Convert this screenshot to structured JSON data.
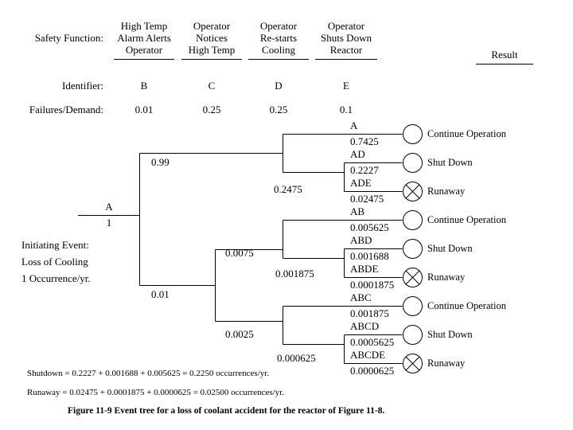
{
  "header": {
    "safety_function_label": "Safety Function:",
    "identifier_label": "Identifier:",
    "failures_label": "Failures/Demand:",
    "result_label": "Result",
    "columns": [
      {
        "title_line1": "High Temp",
        "title_line2": "Alarm Alerts",
        "title_line3": "Operator",
        "identifier": "B",
        "failures_per_demand": "0.01"
      },
      {
        "title_line1": "Operator",
        "title_line2": "Notices",
        "title_line3": "High Temp",
        "identifier": "C",
        "failures_per_demand": "0.25"
      },
      {
        "title_line1": "Operator",
        "title_line2": "Re-starts",
        "title_line3": "Cooling",
        "identifier": "D",
        "failures_per_demand": "0.25"
      },
      {
        "title_line1": "Operator",
        "title_line2": "Shuts Down",
        "title_line3": "Reactor",
        "identifier": "E",
        "failures_per_demand": "0.1"
      }
    ]
  },
  "initiating": {
    "code": "A",
    "frequency": "1",
    "line1": "Initiating Event:",
    "line2": "Loss of Cooling",
    "line3": "1 Occurrence/yr."
  },
  "branch_probabilities": {
    "b_success": "0.99",
    "b_failure": "0.01",
    "c_success_path": "0.0075",
    "c_failure_path": "0.0025",
    "d_group1": "0.2475",
    "d_group2": "0.001875",
    "d_group3": "0.000625"
  },
  "outcomes": [
    {
      "code": "A",
      "value": "0.7425",
      "result": "Continue Operation",
      "icon": "open-circle-icon"
    },
    {
      "code": "AD",
      "value": "0.2227",
      "result": "Shut Down",
      "icon": "open-circle-icon"
    },
    {
      "code": "ADE",
      "value": "0.02475",
      "result": "Runaway",
      "icon": "crossed-circle-icon"
    },
    {
      "code": "AB",
      "value": "0.005625",
      "result": "Continue Operation",
      "icon": "open-circle-icon"
    },
    {
      "code": "ABD",
      "value": "0.001688",
      "result": "Shut Down",
      "icon": "open-circle-icon"
    },
    {
      "code": "ABDE",
      "value": "0.0001875",
      "result": "Runaway",
      "icon": "crossed-circle-icon"
    },
    {
      "code": "ABC",
      "value": "0.001875",
      "result": "Continue Operation",
      "icon": "open-circle-icon"
    },
    {
      "code": "ABCD",
      "value": "0.0005625",
      "result": "Shut Down",
      "icon": "open-circle-icon"
    },
    {
      "code": "ABCDE",
      "value": "0.0000625",
      "result": "Runaway",
      "icon": "crossed-circle-icon"
    }
  ],
  "summary": {
    "shutdown": "Shutdown = 0.2227 + 0.001688 + 0.005625 = 0.2250 occurrences/yr.",
    "runaway": "Runaway = 0.02475 + 0.0001875 + 0.0000625 = 0.02500 occurrences/yr."
  },
  "caption": "Figure 11-9  Event tree for a loss of coolant accident for the reactor of Figure 11-8.",
  "colors": {
    "ink": "#000000",
    "paper": "#ffffff"
  },
  "chart_data": {
    "type": "diagram",
    "title": "Event tree for a loss of coolant accident",
    "initiating_event": {
      "code": "A",
      "description": "Loss of Cooling",
      "frequency": 1,
      "units": "occurrences/yr"
    },
    "safety_functions": [
      {
        "identifier": "B",
        "name": "High Temp Alarm Alerts Operator",
        "failures_per_demand": 0.01
      },
      {
        "identifier": "C",
        "name": "Operator Notices High Temp",
        "failures_per_demand": 0.25
      },
      {
        "identifier": "D",
        "name": "Operator Re-starts Cooling",
        "failures_per_demand": 0.25
      },
      {
        "identifier": "E",
        "name": "Operator Shuts Down Reactor",
        "failures_per_demand": 0.1
      }
    ],
    "paths": [
      {
        "code": "A",
        "frequency": 0.7425,
        "result": "Continue Operation"
      },
      {
        "code": "AD",
        "frequency": 0.2227,
        "result": "Shut Down"
      },
      {
        "code": "ADE",
        "frequency": 0.02475,
        "result": "Runaway"
      },
      {
        "code": "AB",
        "frequency": 0.005625,
        "result": "Continue Operation"
      },
      {
        "code": "ABD",
        "frequency": 0.001688,
        "result": "Shut Down"
      },
      {
        "code": "ABDE",
        "frequency": 0.0001875,
        "result": "Runaway"
      },
      {
        "code": "ABC",
        "frequency": 0.001875,
        "result": "Continue Operation"
      },
      {
        "code": "ABCD",
        "frequency": 0.0005625,
        "result": "Shut Down"
      },
      {
        "code": "ABCDE",
        "frequency": 6.25e-05,
        "result": "Runaway"
      }
    ],
    "intermediate_probabilities": {
      "B_success": 0.99,
      "B_failure": 0.01,
      "C_success_branch": 0.0075,
      "C_failure_branch": 0.0025,
      "D_branch_group1": 0.2475,
      "D_branch_group2": 0.001875,
      "D_branch_group3": 0.000625
    },
    "totals": {
      "shutdown": 0.225,
      "runaway": 0.025,
      "units": "occurrences/yr"
    }
  }
}
